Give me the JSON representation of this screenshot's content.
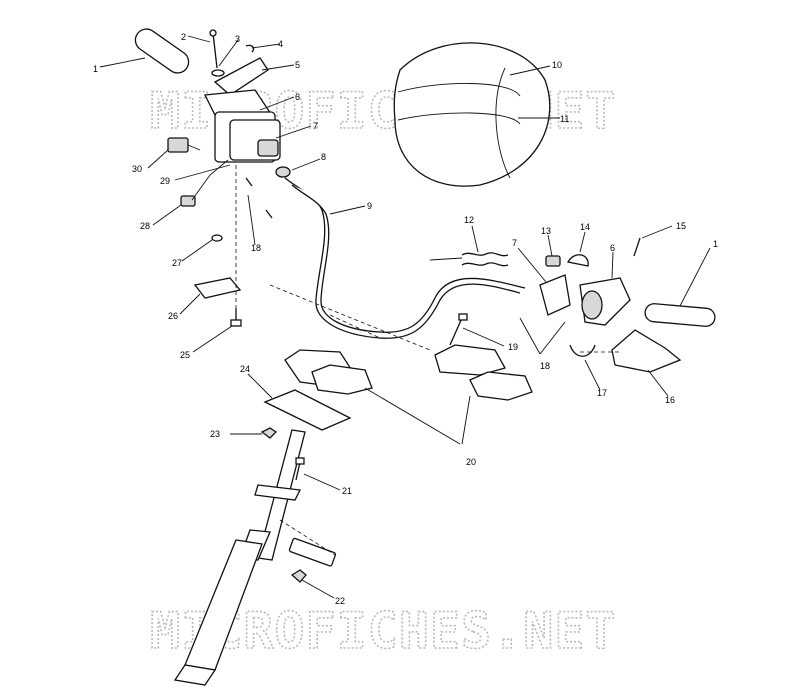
{
  "watermark": "MICROFICHES.NET",
  "callouts": [
    {
      "id": "c1a",
      "text": "1"
    },
    {
      "id": "c2",
      "text": "2"
    },
    {
      "id": "c3",
      "text": "3"
    },
    {
      "id": "c4",
      "text": "4"
    },
    {
      "id": "c5",
      "text": "5"
    },
    {
      "id": "c6a",
      "text": "6"
    },
    {
      "id": "c7a",
      "text": "7"
    },
    {
      "id": "c8",
      "text": "8"
    },
    {
      "id": "c9",
      "text": "9"
    },
    {
      "id": "c10",
      "text": "10"
    },
    {
      "id": "c11",
      "text": "11"
    },
    {
      "id": "c12",
      "text": "12"
    },
    {
      "id": "c13",
      "text": "13"
    },
    {
      "id": "c14",
      "text": "14"
    },
    {
      "id": "c15",
      "text": "15"
    },
    {
      "id": "c7b",
      "text": "7"
    },
    {
      "id": "c6b",
      "text": "6"
    },
    {
      "id": "c1b",
      "text": "1"
    },
    {
      "id": "c30",
      "text": "30"
    },
    {
      "id": "c29",
      "text": "29"
    },
    {
      "id": "c28",
      "text": "28"
    },
    {
      "id": "c18a",
      "text": "18"
    },
    {
      "id": "c27",
      "text": "27"
    },
    {
      "id": "c26",
      "text": "26"
    },
    {
      "id": "c25",
      "text": "25"
    },
    {
      "id": "c19",
      "text": "19"
    },
    {
      "id": "c18b",
      "text": "18"
    },
    {
      "id": "c17",
      "text": "17"
    },
    {
      "id": "c16",
      "text": "16"
    },
    {
      "id": "c24",
      "text": "24"
    },
    {
      "id": "c23",
      "text": "23"
    },
    {
      "id": "c20",
      "text": "20"
    },
    {
      "id": "c21",
      "text": "21"
    },
    {
      "id": "c22",
      "text": "22"
    }
  ]
}
